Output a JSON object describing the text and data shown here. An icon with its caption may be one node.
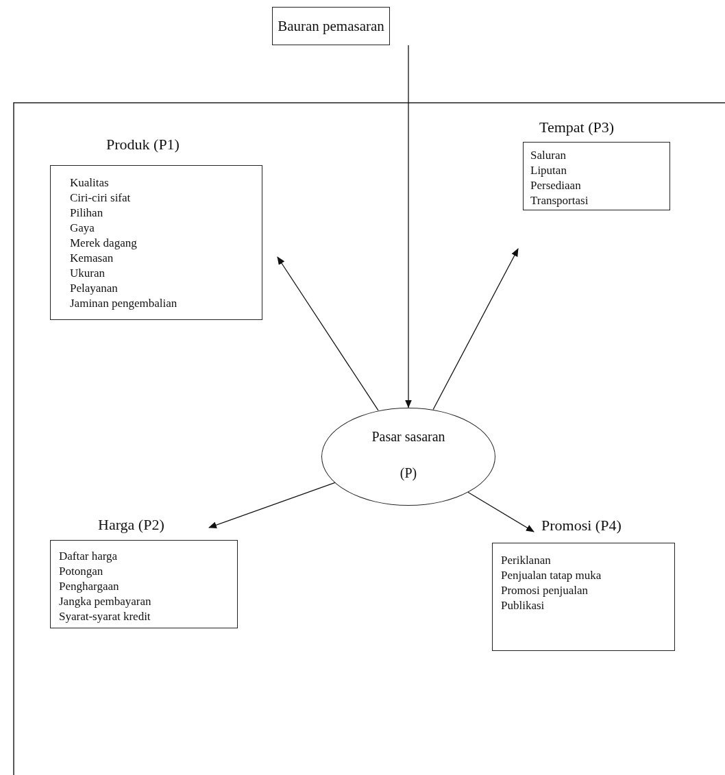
{
  "diagram": {
    "nodes": [
      {
        "text": [
          "Bauran pemasaran"
        ]
      },
      {
        "text": [
          "Produk (P1)",
          "Kualitas",
          "Ciri-ciri sifat",
          "Pilihan",
          "Gaya",
          "Merek dagang",
          "Kemasan",
          "Ukuran",
          "Pelayanan",
          "Jaminan pengembalian"
        ]
      },
      {
        "text": [
          "Tempat (P3)",
          "Saluran",
          "Liputan",
          "Persediaan",
          "Transportasi"
        ]
      },
      {
        "text": [
          "Pasar sasaran",
          "(P)"
        ]
      },
      {
        "text": [
          "Harga (P2)",
          "Daftar harga",
          "Potongan",
          "Penghargaan",
          "Jangka pembayaran",
          "Syarat-syarat kredit"
        ]
      },
      {
        "text": [
          "Promosi (P4)",
          "Periklanan",
          "Penjualan tatap muka",
          "Promosi penjualan",
          "Publikasi"
        ]
      }
    ],
    "edges": [
      {
        "from": 0,
        "to": 3,
        "arrow": "to"
      },
      {
        "from": 3,
        "to": 1,
        "arrow": "to"
      },
      {
        "from": 3,
        "to": 2,
        "arrow": "to"
      },
      {
        "from": 3,
        "to": 4,
        "arrow": "to"
      },
      {
        "from": 3,
        "to": 5,
        "arrow": "to"
      }
    ]
  }
}
